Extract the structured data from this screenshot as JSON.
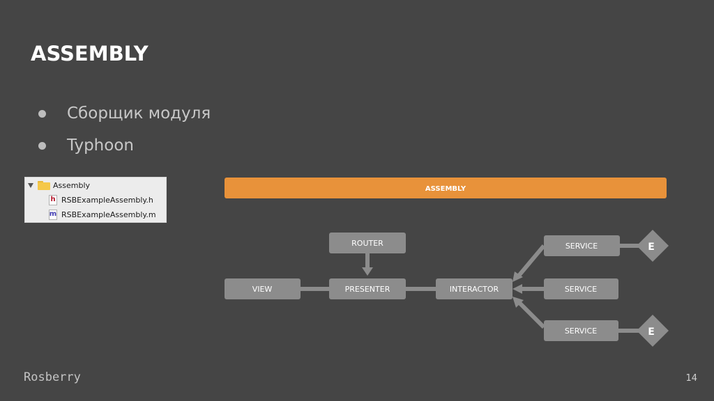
{
  "slide": {
    "title": "ASSEMBLY",
    "bullets": [
      "Сборщик модуля",
      "Typhoon"
    ],
    "page_number": "14",
    "logo_text": "Rosberry"
  },
  "file_tree": {
    "folder": "Assembly",
    "files": [
      {
        "name": "RSBExampleAssembly.h",
        "icon": "h"
      },
      {
        "name": "RSBExampleAssembly.m",
        "icon": "m"
      }
    ]
  },
  "diagram": {
    "assembly_bar": "ASSEMBLY",
    "nodes": {
      "view": "VIEW",
      "presenter": "PRESENTER",
      "router": "ROUTER",
      "interactor": "INTERACTOR",
      "service_top": "SERVICE",
      "service_mid": "SERVICE",
      "service_bottom": "SERVICE",
      "entity_top": "E",
      "entity_bottom": "E"
    },
    "colors": {
      "background": "#454545",
      "node": "#8c8c8c",
      "assembly_bar": "#e8923a",
      "connector": "#8c8c8c"
    }
  }
}
